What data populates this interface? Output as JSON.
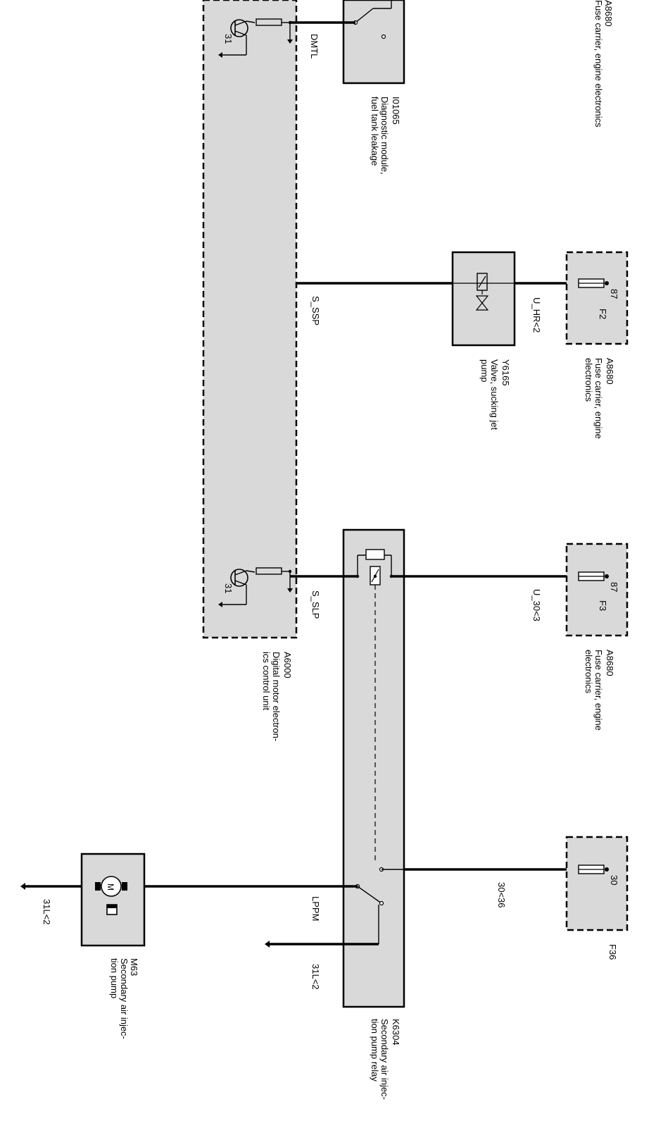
{
  "colors": {
    "box_fill": "#d9d9d9",
    "wire": "#000000",
    "dashed_border": "#000000"
  },
  "components": {
    "fuse_carrier_top": {
      "id": "A8680",
      "name": "Fuse carrier, engine electronics"
    },
    "diag_module": {
      "id": "I01065",
      "name_line1": "Diagnostic module,",
      "name_line2": "fuel tank leakage"
    },
    "valve": {
      "id": "Y6165",
      "name_line1": "Valve, sucking jet",
      "name_line2": "pump"
    },
    "fuse_carrier_f2": {
      "id": "A8680",
      "name_line1": "Fuse carrier, engine",
      "name_line2": "electronics",
      "fuse": "F2",
      "pin": "87"
    },
    "fuse_carrier_f3": {
      "id": "A8680",
      "name_line1": "Fuse carrier, engine",
      "name_line2": "electronics",
      "fuse": "F3",
      "pin": "87"
    },
    "fuse_f36": {
      "id": "F36",
      "pin": "30"
    },
    "dme": {
      "id": "A6000",
      "name_line1": "Digital motor electron-",
      "name_line2": "ics control unit",
      "ground_pin_top": "31",
      "ground_pin_bottom": "31"
    },
    "relay": {
      "id": "K6304",
      "name_line1": "Secondary air injec-",
      "name_line2": "tion pump relay"
    },
    "pump": {
      "id": "M63",
      "name_line1": "Secondary air injec-",
      "name_line2": "tion pump",
      "motor_symbol": "M"
    }
  },
  "wires": {
    "dmtl": "DMTL",
    "s_ssp": "S_SSP",
    "u_hr": "U_HR<2",
    "s_slp": "S_SLP",
    "u_30": "U_30<3",
    "w30_36": "30<36",
    "lppm": "LPPM",
    "gnd_relay": "31L<2",
    "gnd_pump": "31L<2"
  }
}
